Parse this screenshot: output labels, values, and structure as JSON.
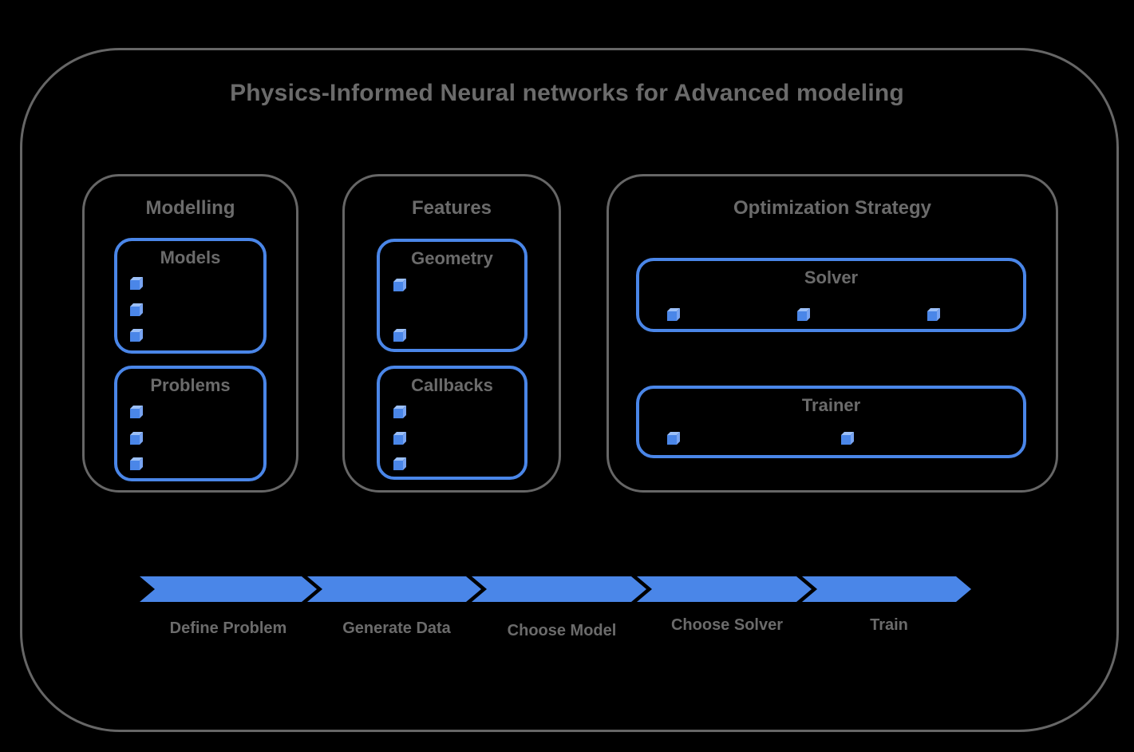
{
  "title": "Physics-Informed Neural networks for Advanced modeling",
  "groups": [
    {
      "label": "Modelling",
      "boxes": [
        {
          "label": "Models",
          "bullets": 3
        },
        {
          "label": "Problems",
          "bullets": 3
        }
      ]
    },
    {
      "label": "Features",
      "boxes": [
        {
          "label": "Geometry",
          "bullets": 2
        },
        {
          "label": "Callbacks",
          "bullets": 3
        }
      ]
    },
    {
      "label": "Optimization Strategy",
      "boxes": [
        {
          "label": "Solver",
          "bullets": 3
        },
        {
          "label": "Trainer",
          "bullets": 2
        }
      ]
    }
  ],
  "pipeline": {
    "steps": [
      "Define Problem",
      "Generate Data",
      "Choose Model",
      "Choose Solver",
      "Train"
    ]
  },
  "icons": {
    "bullet": "cube-icon"
  },
  "colors": {
    "accent_blue": "#4a86e8",
    "cube_top": "#9cc0f8",
    "cube_side": "#78a4f2",
    "frame_gray": "#666666",
    "text_gray": "#6b6b6b"
  }
}
